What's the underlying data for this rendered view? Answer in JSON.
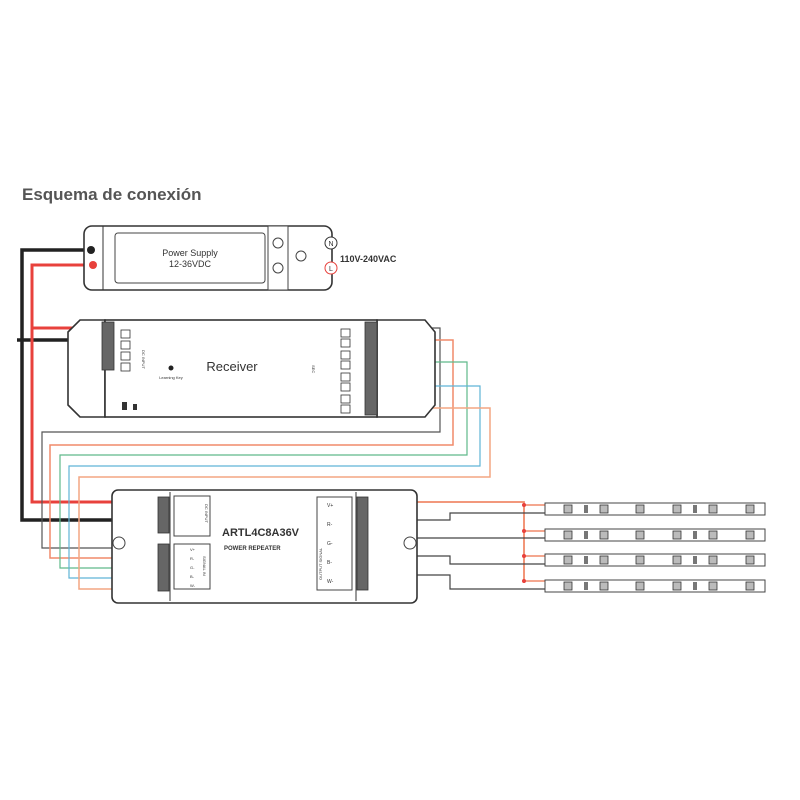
{
  "title": "Esquema de conexión",
  "power_supply": {
    "line1": "Power Supply",
    "line2": "12-36VDC",
    "ac_label": "110V-240VAC",
    "neutral": "N",
    "live": "L"
  },
  "receiver": {
    "label": "Receiver",
    "learning_key": "Learning Key",
    "input_label": "DC INPUT",
    "output_label": "SEC"
  },
  "repeater": {
    "model": "ARTL4C8A36V",
    "subtitle": "POWER REPEATER",
    "dc_input_label": "DC INPUT",
    "signal_in_label": "SIGNAL IN",
    "output_label": "OUTPUT SIGNAL",
    "terminals": [
      "V+",
      "R-",
      "G-",
      "B-",
      "W-"
    ]
  },
  "colors": {
    "positive": "#e8413c",
    "negative": "#222222",
    "red_channel": "#f08a6a",
    "green_channel": "#5fb98a",
    "blue_channel": "#5fb4d6",
    "white_channel": "#f4a582",
    "common": "#555555"
  }
}
